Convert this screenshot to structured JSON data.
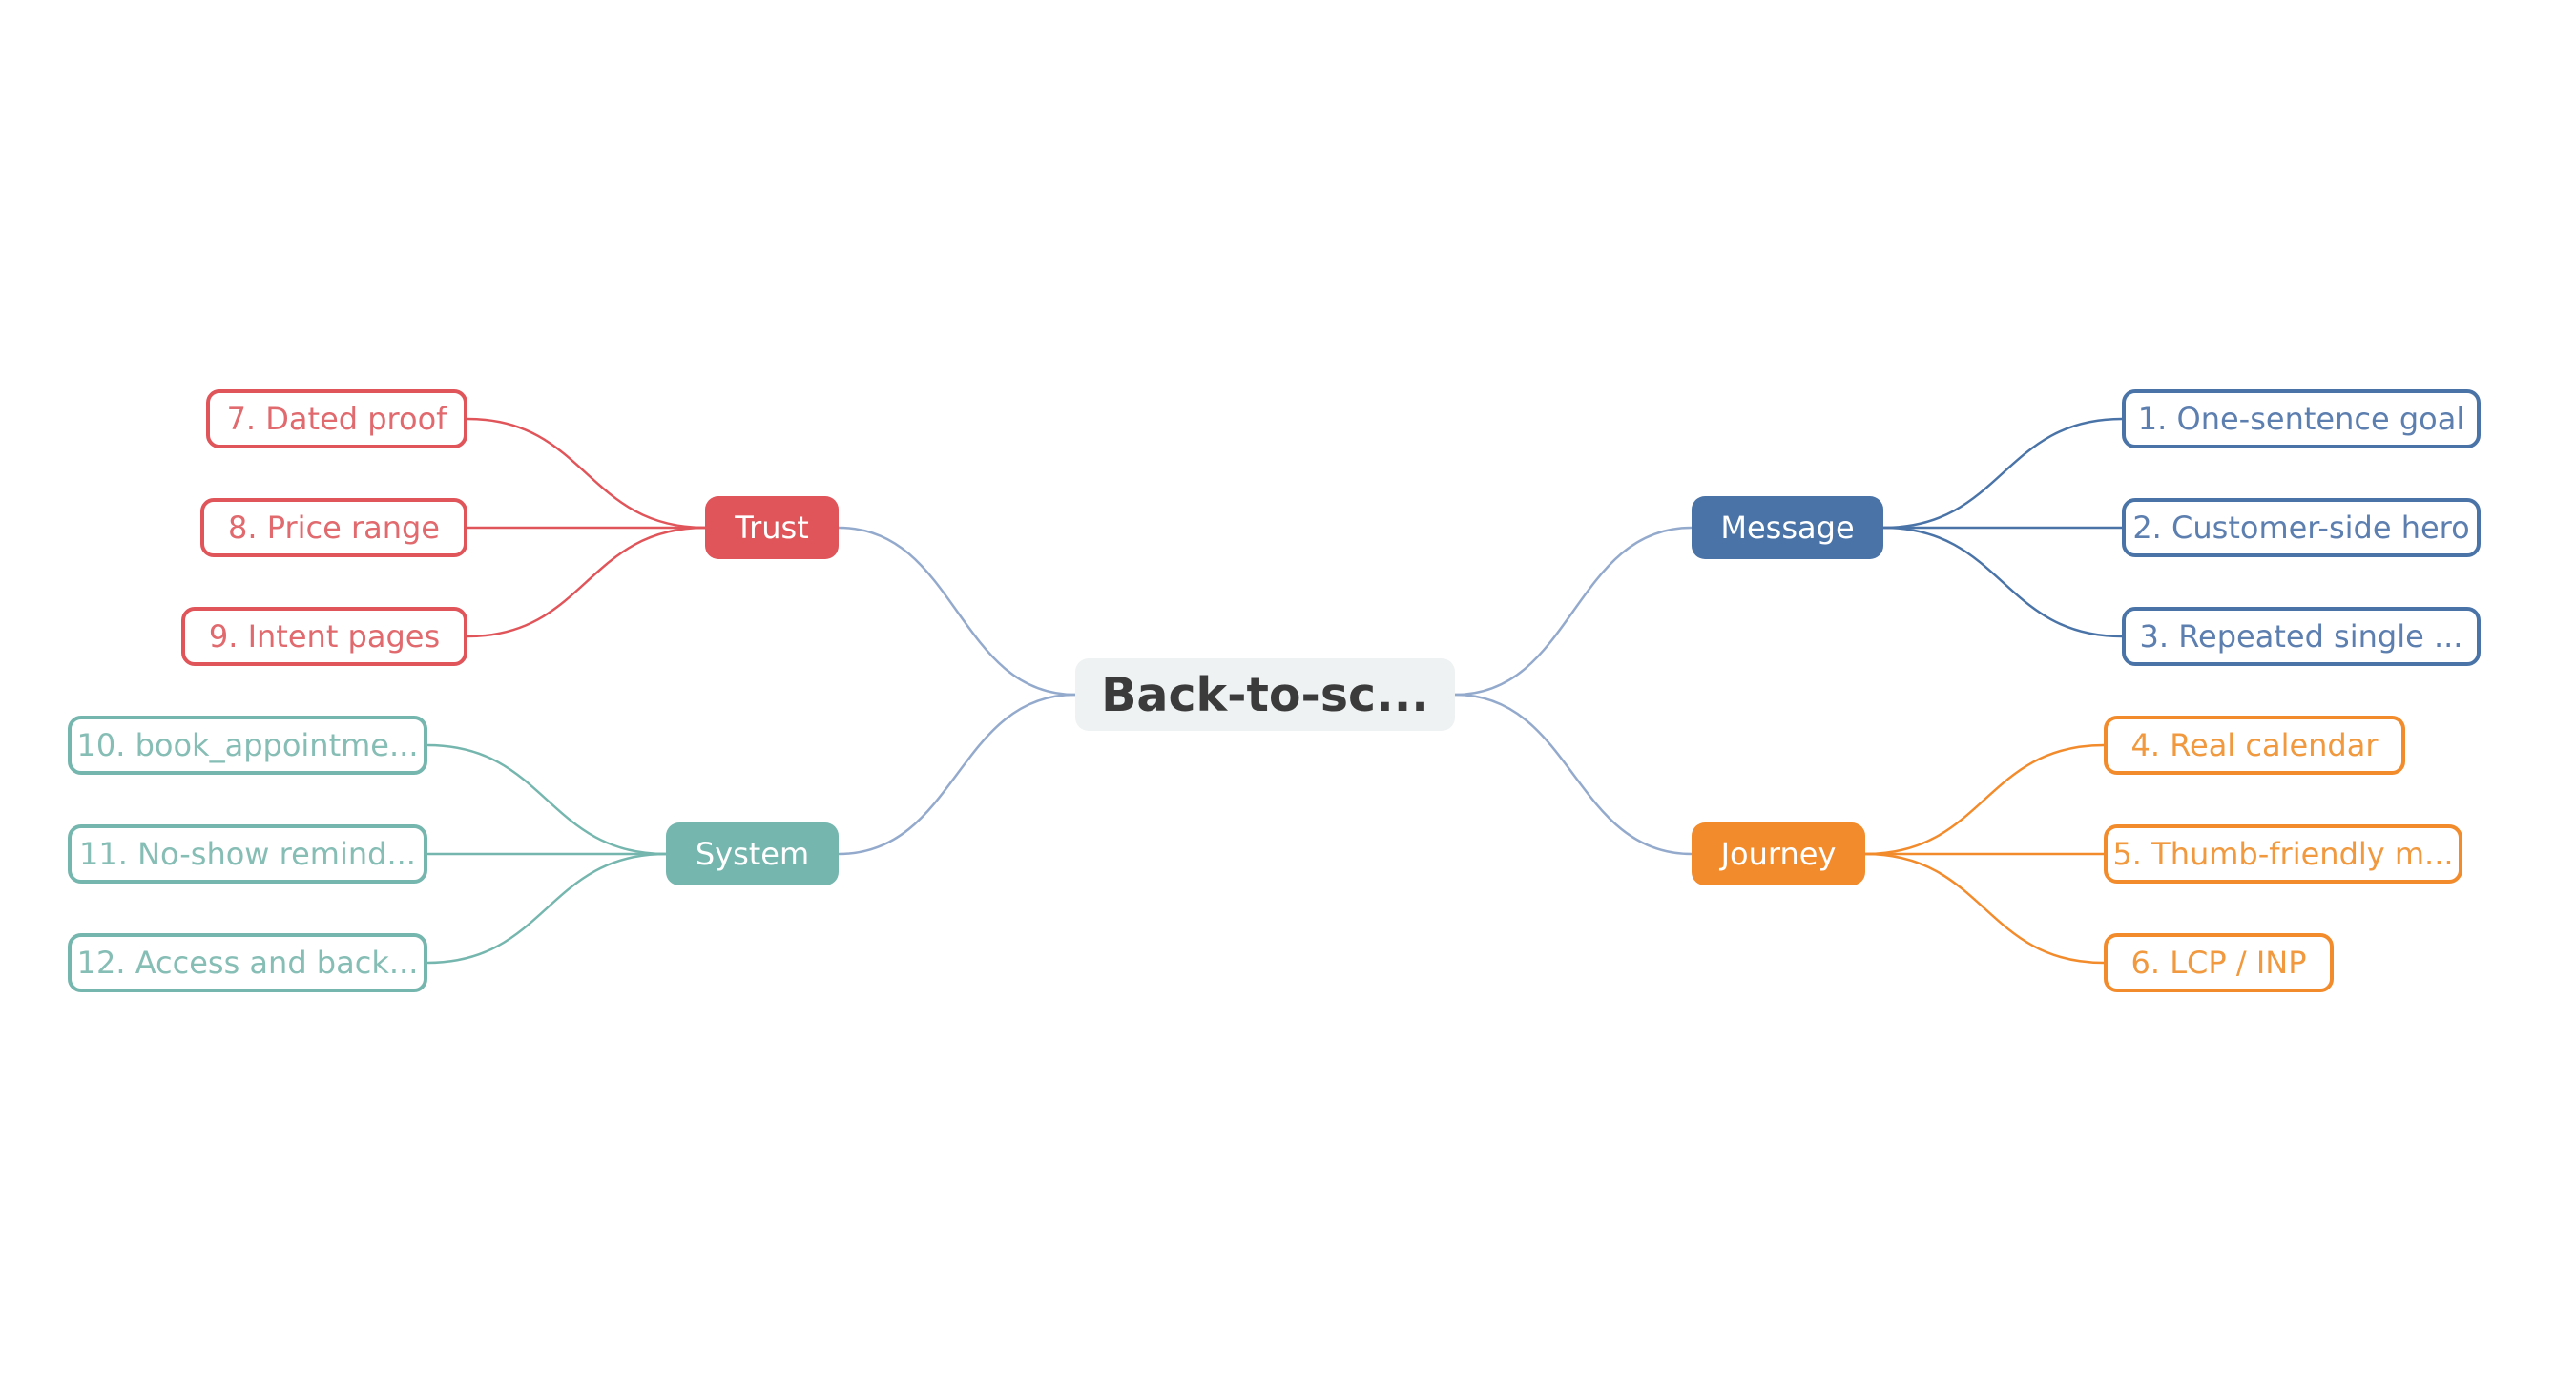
{
  "root": {
    "label": "Back-to-sc..."
  },
  "link_color": "#94aacd",
  "branches": [
    {
      "id": "trust",
      "label": "Trust",
      "color": "#e0555a",
      "text_color": "#e06a6e",
      "leaves": [
        "7. Dated proof",
        "8. Price range",
        "9. Intent pages"
      ]
    },
    {
      "id": "system",
      "label": "System",
      "color": "#75b6ae",
      "text_color": "#86bdb5",
      "leaves": [
        "10. book_appointme...",
        "11. No-show remind...",
        "12. Access and back..."
      ]
    },
    {
      "id": "message",
      "label": "Message",
      "color": "#4a74a8",
      "text_color": "#5d7fb0",
      "leaves": [
        "1. One-sentence goal",
        "2. Customer-side hero",
        "3. Repeated single ..."
      ]
    },
    {
      "id": "journey",
      "label": "Journey",
      "color": "#f28b2c",
      "text_color": "#f0993f",
      "leaves": [
        "4. Real calendar",
        "5. Thumb-friendly m...",
        "6. LCP / INP"
      ]
    }
  ]
}
